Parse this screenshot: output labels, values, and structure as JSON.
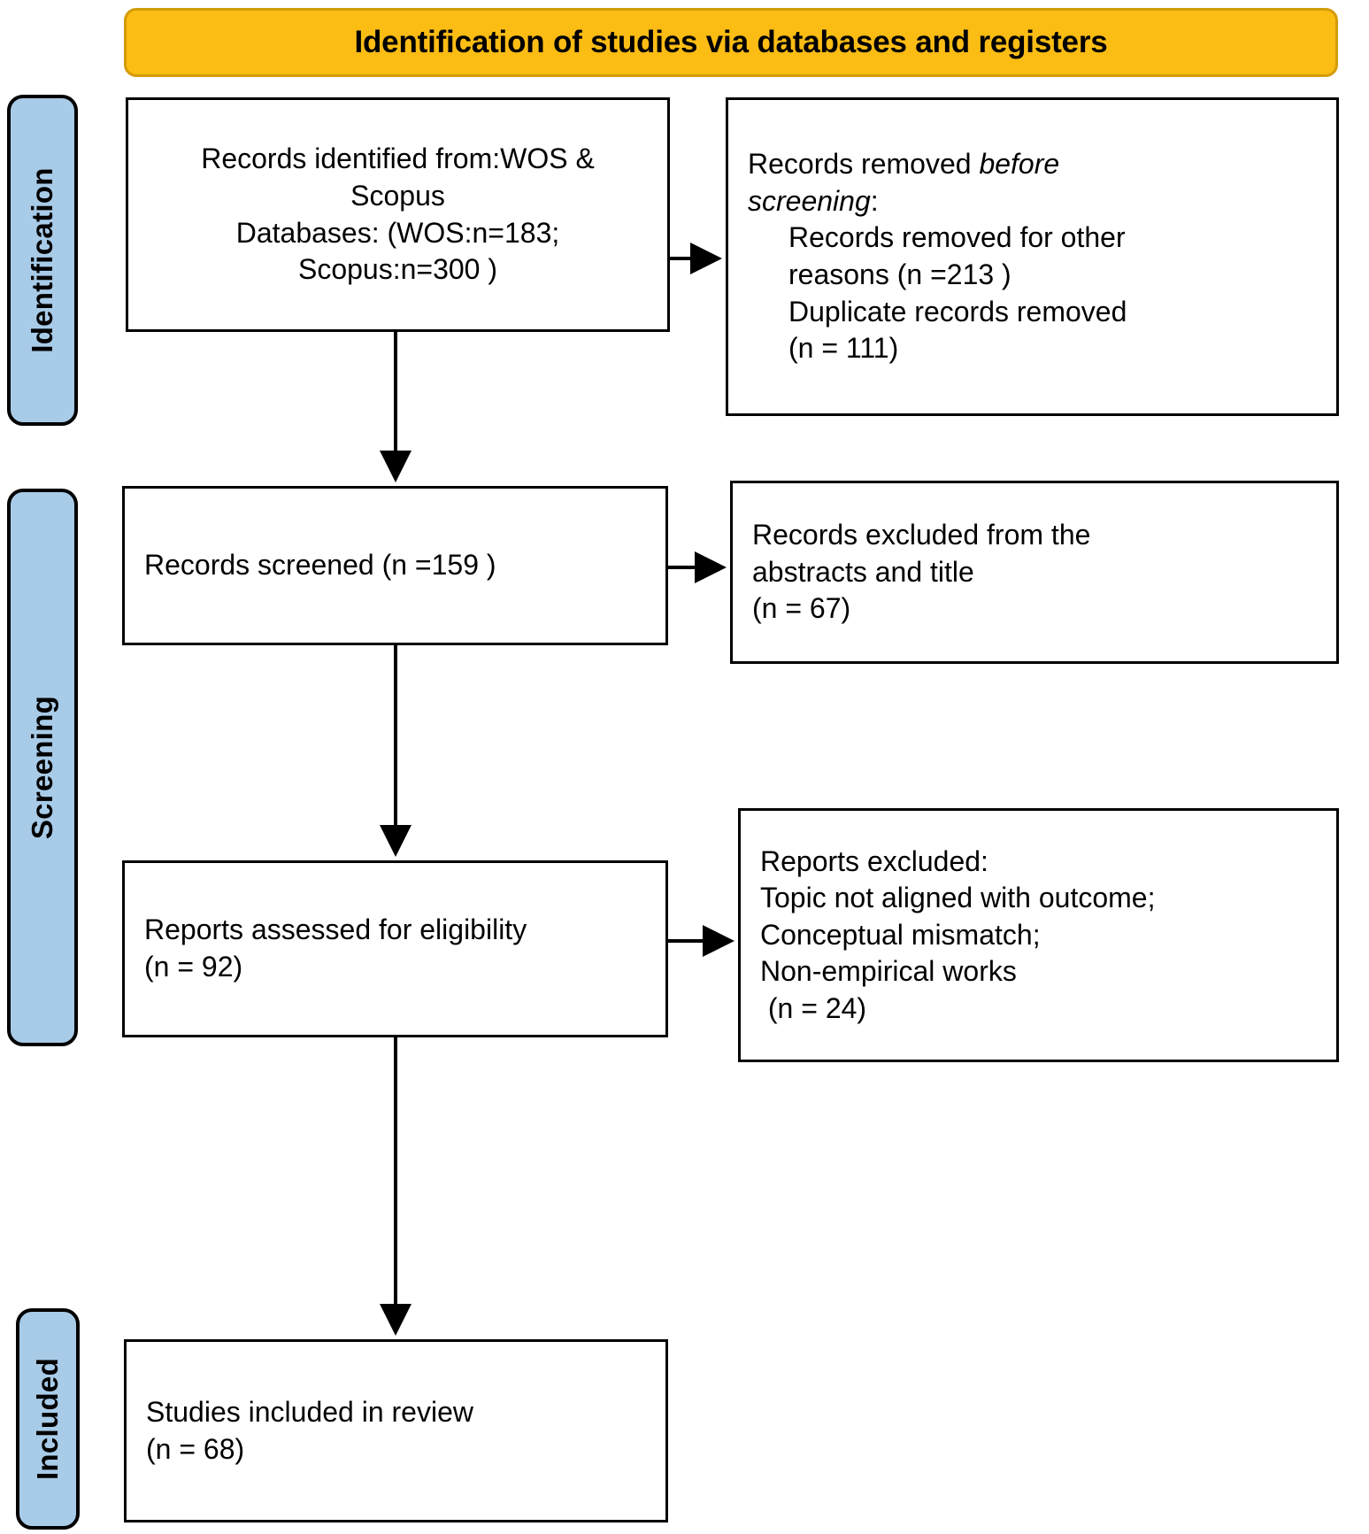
{
  "diagram": {
    "title": "Identification of studies via databases and registers",
    "type": "PRISMA flow diagram"
  },
  "banner": {
    "identification": "Identification of studies via databases and registers"
  },
  "rails": [
    {
      "key": "identification",
      "label": "Identification"
    },
    {
      "key": "screening",
      "label": "Screening"
    },
    {
      "key": "included",
      "label": "Included"
    }
  ],
  "boxes": {
    "identified": {
      "lines": [
        "Records identified from:WOS &",
        "Scopus",
        "Databases: (WOS:n=183;",
        "Scopus:n=300 )"
      ]
    },
    "removed_before_screening": {
      "heading_plain": "Records removed ",
      "heading_italic_1": "before",
      "heading_italic_2": "screening",
      "heading_colon": ":",
      "lines": [
        "Records removed for other",
        "reasons (n =213 )",
        "Duplicate records removed",
        "(n = 111)"
      ]
    },
    "screened": {
      "lines": [
        "Records screened (n =159 )"
      ]
    },
    "excluded_abstracts": {
      "lines": [
        "Records excluded from the",
        "abstracts and title",
        "(n = 67)"
      ]
    },
    "eligibility": {
      "lines": [
        "Reports assessed for eligibility",
        "(n = 92)"
      ]
    },
    "excluded_reports": {
      "lines": [
        "Reports excluded:",
        "Topic not aligned with outcome;",
        "Conceptual mismatch;",
        "Non-empirical works",
        " (n = 24)"
      ]
    },
    "included": {
      "lines": [
        "Studies included in review",
        "(n = 68)"
      ]
    }
  },
  "counts": {
    "wos": 183,
    "scopus": 300,
    "removed_other_reasons": 213,
    "duplicates_removed": 111,
    "records_screened": 159,
    "excluded_abstract_title": 67,
    "reports_assessed": 92,
    "reports_excluded": 24,
    "studies_included": 68
  },
  "colors": {
    "banner_fill": "#fbbc14",
    "banner_border": "#d39c0a",
    "rail_fill": "#a8cbe8",
    "box_border": "#000000",
    "box_fill": "#ffffff",
    "text": "#000000"
  }
}
